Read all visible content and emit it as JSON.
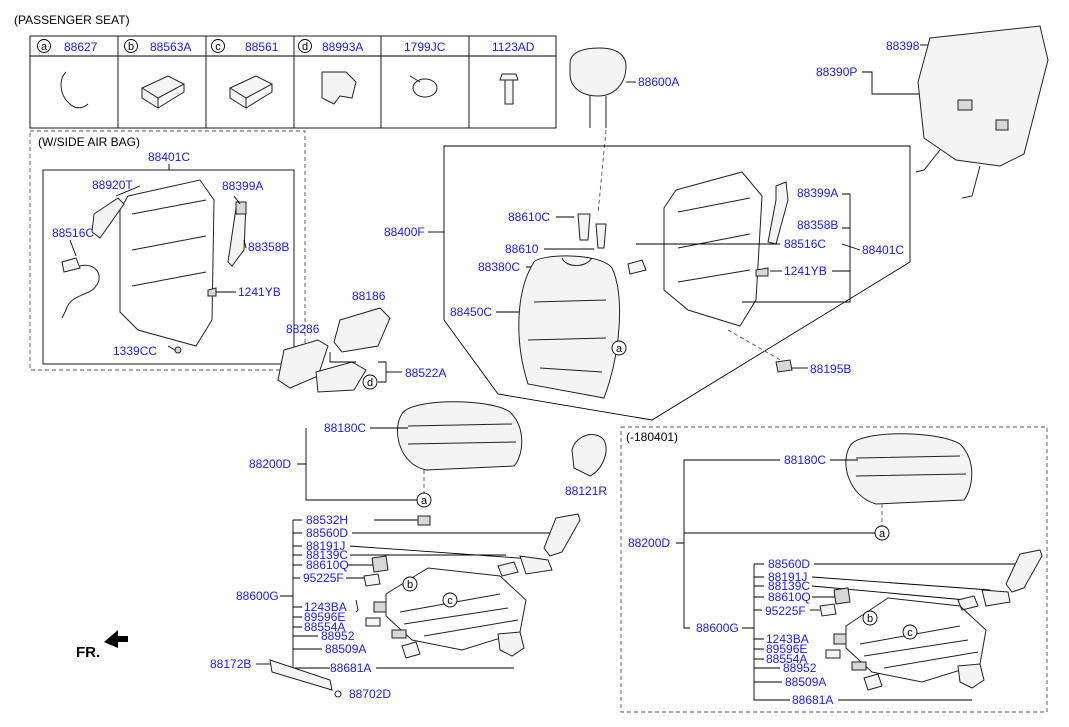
{
  "header": {
    "title": "(PASSENGER SEAT)"
  },
  "table": {
    "cells": [
      {
        "letter": "a",
        "part": "88627"
      },
      {
        "letter": "b",
        "part": "88563A"
      },
      {
        "letter": "c",
        "part": "88561"
      },
      {
        "letter": "d",
        "part": "88993A"
      },
      {
        "letter": "",
        "part": "1799JC"
      },
      {
        "letter": "",
        "part": "1123AD"
      }
    ]
  },
  "boxes": {
    "side_airbag": "(W/SIDE AIR BAG)",
    "variant": "(-180401)"
  },
  "front_marker": "FR.",
  "callouts": {
    "a": "a",
    "b": "b",
    "c": "c",
    "d": "d"
  },
  "labels": {
    "p88398": "88398",
    "p88390P": "88390P",
    "p88600A": "88600A",
    "sab_88401C": "88401C",
    "sab_88920T": "88920T",
    "sab_88399A": "88399A",
    "sab_88516C": "88516C",
    "sab_88358B": "88358B",
    "sab_1241YB": "1241YB",
    "sab_1339CC": "1339CC",
    "p88186": "88186",
    "p88286": "88286",
    "p88522A": "88522A",
    "p88400F": "88400F",
    "p88610C": "88610C",
    "p88610": "88610",
    "p88380C": "88380C",
    "p88450C": "88450C",
    "r_88399A": "88399A",
    "r_88358B": "88358B",
    "r_88516C": "88516C",
    "r_88401C": "88401C",
    "r_1241YB": "1241YB",
    "p88195B": "88195B",
    "c_88180C": "88180C",
    "c_88200D": "88200D",
    "p88121R": "88121R",
    "m_88532H": "88532H",
    "m_88560D": "88560D",
    "m_88191J": "88191J",
    "m_88139C": "88139C",
    "m_88610Q": "88610Q",
    "m_95225F": "95225F",
    "m_88600G": "88600G",
    "m_1243BA": "1243BA",
    "m_89596E": "89596E",
    "m_88554A": "88554A",
    "m_88952": "88952",
    "m_88509A": "88509A",
    "m_88172B": "88172B",
    "m_88681A": "88681A",
    "m_88702D": "88702D",
    "v_88180C": "88180C",
    "v_88200D": "88200D",
    "v_88560D": "88560D",
    "v_88191J": "88191J",
    "v_88139C": "88139C",
    "v_88610Q": "88610Q",
    "v_95225F": "95225F",
    "v_88600G": "88600G",
    "v_1243BA": "1243BA",
    "v_89596E": "89596E",
    "v_88554A": "88554A",
    "v_88952": "88952",
    "v_88509A": "88509A",
    "v_88681A": "88681A"
  }
}
